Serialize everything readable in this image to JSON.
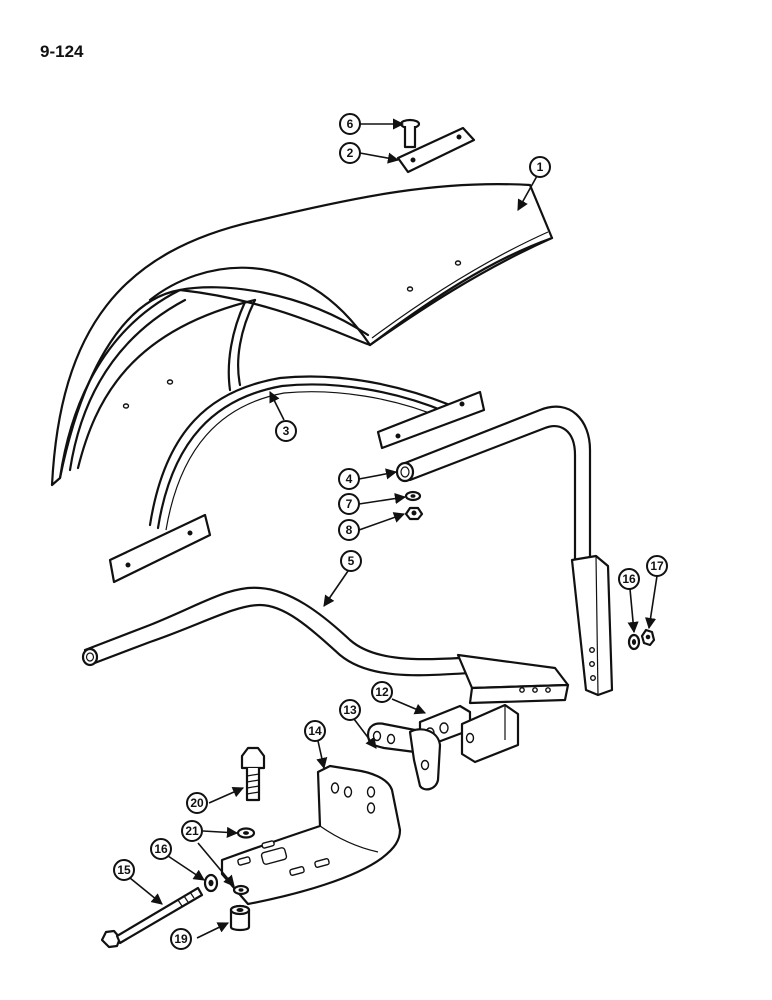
{
  "page_number": "9-124",
  "callouts": [
    "1",
    "2",
    "3",
    "4",
    "5",
    "6",
    "7",
    "8",
    "12",
    "13",
    "14",
    "15",
    "16",
    "16",
    "17",
    "19",
    "20",
    "21"
  ],
  "parts": [
    "fender",
    "mounting-plate",
    "inner-fender-skirt",
    "upper-support-tube",
    "lower-support-tube",
    "carriage-bolt",
    "washer",
    "lock-nut",
    "clamp-block",
    "clamp-plate",
    "mounting-bracket",
    "long-bolt",
    "washer",
    "nut",
    "spacer-bushing",
    "hex-bolt",
    "lock-washer"
  ]
}
